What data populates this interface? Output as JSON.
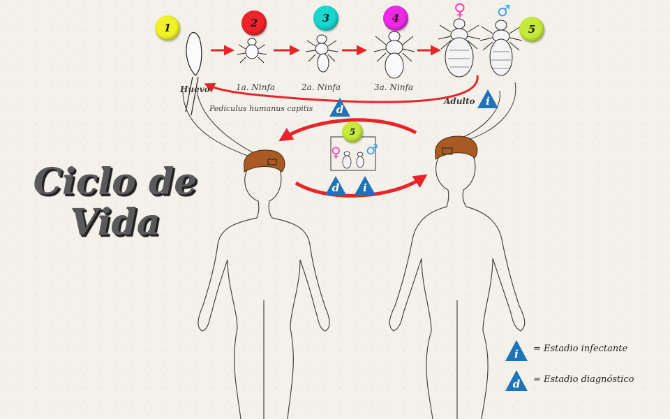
{
  "title": "Ciclo de Vida",
  "species": "Pediculus humanus capitis",
  "stages": [
    {
      "number": "1",
      "label": "Huevo",
      "color": "#f2f22a"
    },
    {
      "number": "2",
      "label": "1a. Ninfa",
      "color": "#f0242a"
    },
    {
      "number": "3",
      "label": "2a. Ninfa",
      "color": "#19d6d0"
    },
    {
      "number": "4",
      "label": "3a. Ninfa",
      "color": "#ec2ae6"
    },
    {
      "number": "5",
      "label": "Adulto",
      "color": "#c6ea3a"
    }
  ],
  "transmission_stage": "5",
  "symbols": {
    "female": "♀",
    "male": "♂",
    "female_color": "#ff3fb8",
    "male_color": "#3aa0ff"
  },
  "markers": {
    "infective": "i",
    "diagnostic": "d",
    "marker_color": "#1f73b8"
  },
  "legend": [
    {
      "marker": "i",
      "text": "= Estadio infectante"
    },
    {
      "marker": "d",
      "text": "= Estadio diagnóstico"
    }
  ],
  "colors": {
    "arrow": "#e8242a",
    "hair": "#a85a22",
    "title": "#5a5a5a"
  }
}
